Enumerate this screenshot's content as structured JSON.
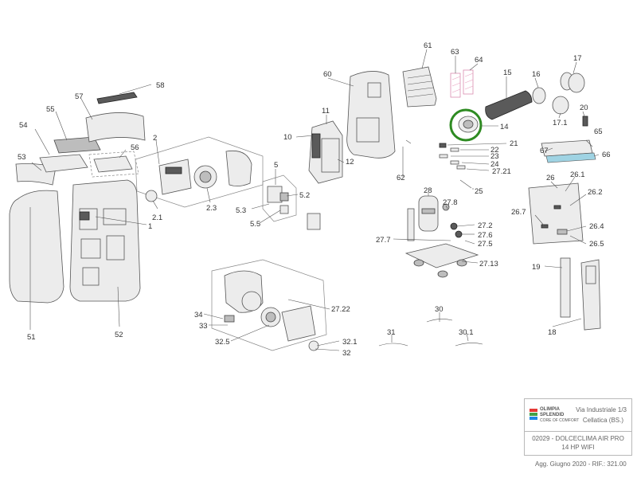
{
  "labels": {
    "p1": "1",
    "p2": "2",
    "p2_1": "2.1",
    "p2_3": "2.3",
    "p5": "5",
    "p5_2": "5.2",
    "p5_3": "5.3",
    "p5_5": "5.5",
    "p10": "10",
    "p11": "11",
    "p12": "12",
    "p14": "14",
    "p15": "15",
    "p16": "16",
    "p17": "17",
    "p17_1": "17.1",
    "p18": "18",
    "p19": "19",
    "p20": "20",
    "p21": "21",
    "p22": "22",
    "p23": "23",
    "p24": "24",
    "p25": "25",
    "p26": "26",
    "p26_1": "26.1",
    "p26_2": "26.2",
    "p26_4": "26.4",
    "p26_5": "26.5",
    "p26_7": "26.7",
    "p27_2": "27.2",
    "p27_5": "27.5",
    "p27_6": "27.6",
    "p27_7": "27.7",
    "p27_8": "27.8",
    "p27_13": "27.13",
    "p27_21": "27.21",
    "p27_22": "27.22",
    "p28": "28",
    "p30": "30",
    "p30_1": "30.1",
    "p31": "31",
    "p32": "32",
    "p32_1": "32.1",
    "p32_5": "32.5",
    "p33": "33",
    "p34": "34",
    "p51": "51",
    "p52": "52",
    "p53": "53",
    "p54": "54",
    "p55": "55",
    "p56": "56",
    "p57": "57",
    "p58": "58",
    "p60": "60",
    "p61": "61",
    "p62": "62",
    "p63": "63",
    "p64": "64",
    "p65": "65",
    "p66": "66",
    "p67": "67"
  },
  "title_block": {
    "brand_line1": "OLIMPIA",
    "brand_line2": "SPLENDID",
    "brand_line3": "CORE OF COMFORT",
    "address_line1": "Via Industriale 1/3",
    "address_line2": "Cellatica (BS.)",
    "model_line1": "02029 - DOLCECLIMA AIR PRO",
    "model_line2": "14 HP WIFI"
  },
  "footer": "Agg. Giugno 2020 - RIF.: 321.00",
  "colors": {
    "highlight_circle": "#2e8b22",
    "logo_bar_1": "#e53935",
    "logo_bar_2": "#43a047",
    "logo_bar_3": "#1e88e5",
    "filter_pink": "#e9a0c0",
    "filter_blue": "#9fd3e3"
  }
}
